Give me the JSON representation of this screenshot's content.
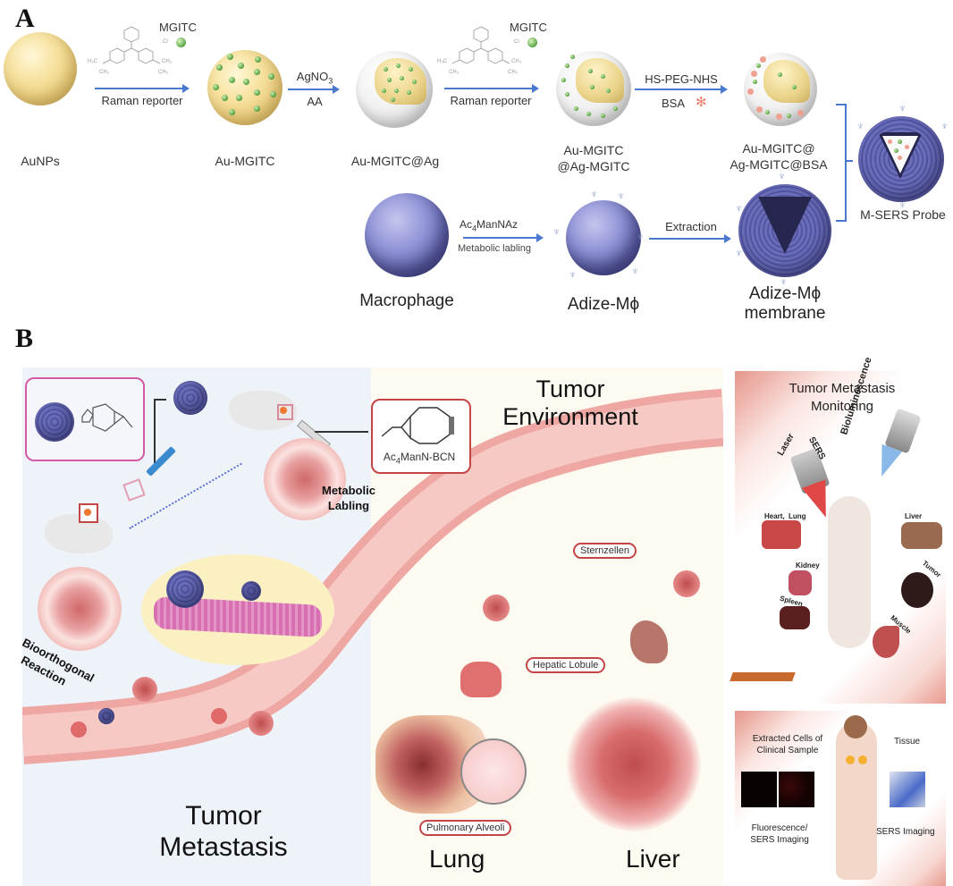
{
  "panel_a": {
    "letter": "A",
    "top_row": {
      "nodes": [
        {
          "label": "AuNPs"
        },
        {
          "label": "Au-MGITC"
        },
        {
          "label": "Au-MGITC@Ag"
        },
        {
          "label_line1": "Au-MGITC",
          "label_line2": "@Ag-MGITC"
        },
        {
          "label_line1": "Au-MGITC@",
          "label_line2": "Ag-MGITC@BSA"
        }
      ],
      "steps": [
        {
          "top": "MGITC",
          "counterion": "Cl",
          "bottom": "Raman reporter"
        },
        {
          "top_main": "AgNO",
          "top_sub": "3",
          "bottom": "AA"
        },
        {
          "top": "MGITC",
          "counterion": "Cl",
          "bottom": "Raman reporter"
        },
        {
          "top": "HS-PEG-NHS",
          "bottom": "BSA"
        }
      ],
      "molecule_groups": {
        "left": "H3C–N–CH3",
        "right": "N–CH3 / CH3"
      }
    },
    "bottom_row": {
      "nodes": [
        {
          "label": "Macrophage"
        },
        {
          "label": "Adize-Mϕ"
        },
        {
          "label_line1": "Adize-Mϕ",
          "label_line2": "membrane"
        }
      ],
      "steps": [
        {
          "top_pre": "Ac",
          "top_sub": "4",
          "top_post": "ManNAz",
          "bottom": "Metabolic labling"
        },
        {
          "top": "Extraction"
        }
      ]
    },
    "product": {
      "label": "M-SERS Probe"
    }
  },
  "panel_b": {
    "letter": "B",
    "left": {
      "inset_molecule_label": "Ac₄ManN-BCN",
      "inset_molecule_pre": "Ac",
      "inset_molecule_sub": "4",
      "inset_molecule_post": "ManN-BCN",
      "metabolic_line1": "Metabolic",
      "metabolic_line2": "Labling",
      "bioorthogonal_line1": "Bioorthogonal",
      "bioorthogonal_line2": "Reaction",
      "title_line1": "Tumor",
      "title_line2": "Metastasis"
    },
    "center": {
      "title_line1": "Tumor",
      "title_line2": "Environment",
      "tag_sternzellen": "Sternzellen",
      "tag_hepatic": "Hepatic Lobule",
      "tag_alveoli": "Pulmonary Alveoli",
      "lung_label": "Lung",
      "liver_label": "Liver"
    },
    "right_top": {
      "title_line1": "Tumor Metastasis",
      "title_line2": "Monitoring",
      "laser": "Laser",
      "sers": "SERS",
      "bioluminescence": "Bioluminescence",
      "organs": [
        "Heart,",
        "Lung",
        "Liver",
        "Kidney",
        "Tumor",
        "Spleen",
        "Muscle"
      ]
    },
    "right_bottom": {
      "extracted_line1": "Extracted Cells of",
      "extracted_line2": "Clinical Sample",
      "tissue": "Tissue",
      "fluor_line1": "Fluorescence/",
      "fluor_line2": "SERS Imaging",
      "sers_imaging": "SERS Imaging"
    }
  },
  "colors": {
    "arrow_blue": "#4a78d0",
    "gold": "#f2dc98",
    "membrane_purple": "#5e62b0",
    "tag_red": "#c44545",
    "inset_magenta": "#d45aa8",
    "vessel_pink": "#f1b9b5",
    "left_bg": "#eef3fa",
    "center_bg": "#fdfaf1"
  }
}
